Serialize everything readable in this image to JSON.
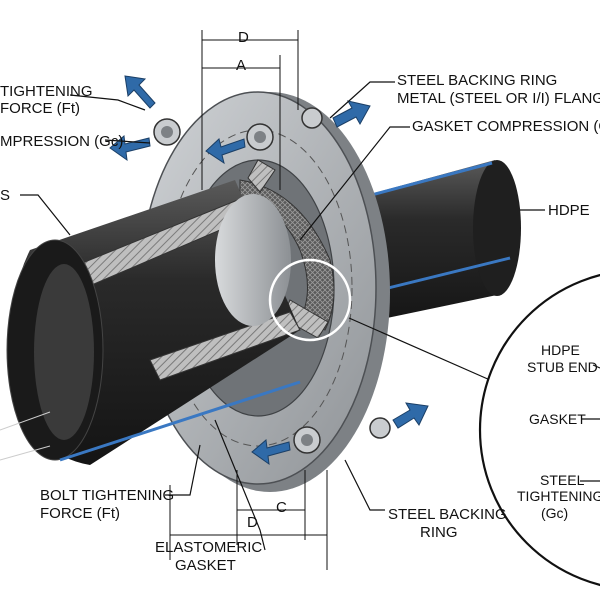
{
  "labels": {
    "tightening_force_top_1": "TIGHTENING",
    "tightening_force_top_2": "FORCE (Ft)",
    "compression_top": "MPRESSION (Gc)",
    "steel_ring_1": "STEEL BACKING RING",
    "steel_ring_2": "METAL (STEEL OR I/I) FLANGE",
    "gasket_compression": "GASKET COMPRESSION (Gc",
    "hdpe_right": "HDPE",
    "hdpe_left_fragment": "S",
    "bolt_tightening_1": "BOLT TIGHTENING",
    "bolt_tightening_2": "FORCE (Ft)",
    "elastomeric_1": "ELASTOMERIC",
    "elastomeric_2": "GASKET",
    "steel_backing_bottom_1": "STEEL BACKING",
    "steel_backing_bottom_2": "RING",
    "detail_hdpe_1": "HDPE",
    "detail_hdpe_2": "STUB END",
    "detail_gasket": "GASKET",
    "detail_steel_1": "STEEL",
    "detail_steel_2": "TIGHTENING",
    "detail_steel_3": "(Gc)"
  },
  "dimensions": {
    "top_outer": "D",
    "top_inner": "A",
    "bottom_inner": "C",
    "bottom_outer": "D"
  },
  "colors": {
    "pipe": "#2b2b2b",
    "pipe_highlight": "#6e6e6e",
    "stripe": "#3a78c2",
    "flange": "#b9bcbf",
    "flange_dark": "#8e9296",
    "arrow": "#2f6aa8"
  }
}
